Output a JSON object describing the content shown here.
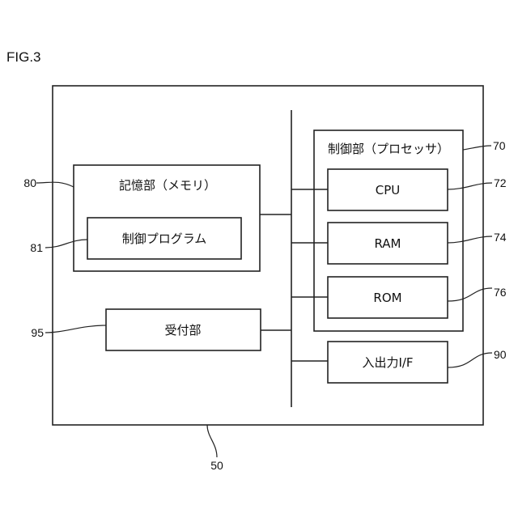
{
  "figure_label": "FIG.3",
  "outer": {
    "ref": "50"
  },
  "memory": {
    "label": "記憶部（メモリ）",
    "ref": "80"
  },
  "control_program": {
    "label": "制御プログラム",
    "ref": "81"
  },
  "receiver": {
    "label": "受付部",
    "ref": "95"
  },
  "control_unit": {
    "label": "制御部（プロセッサ）",
    "ref": "70"
  },
  "cpu": {
    "label": "CPU",
    "ref": "72"
  },
  "ram": {
    "label": "RAM",
    "ref": "74"
  },
  "rom": {
    "label": "ROM",
    "ref": "76"
  },
  "io": {
    "label": "入出力I/F",
    "ref": "90"
  }
}
